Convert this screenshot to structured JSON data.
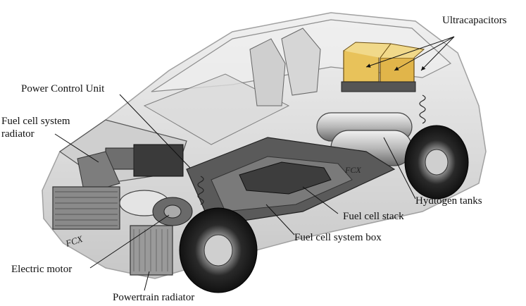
{
  "labels": {
    "ultracapacitors": "Ultracapacitors",
    "power_control_unit": "Power Control Unit",
    "fc_system_radiator_line1": "Fuel cell system",
    "fc_system_radiator_line2": "radiator",
    "hydrogen_tanks": "Hydtogen tanks",
    "fuel_cell_stack": "Fuel cell stack",
    "fuel_cell_system_box": "Fuel cell system box",
    "electric_motor": "Electric motor",
    "powertrain_radiator": "Powertrain radiator"
  },
  "vehicle_badge": "FCX",
  "colors": {
    "body_gray": "#b9b9b9",
    "dark_gray": "#4a4a4a",
    "capacitor_yellow": "#e8c25a",
    "ink": "#111111"
  }
}
